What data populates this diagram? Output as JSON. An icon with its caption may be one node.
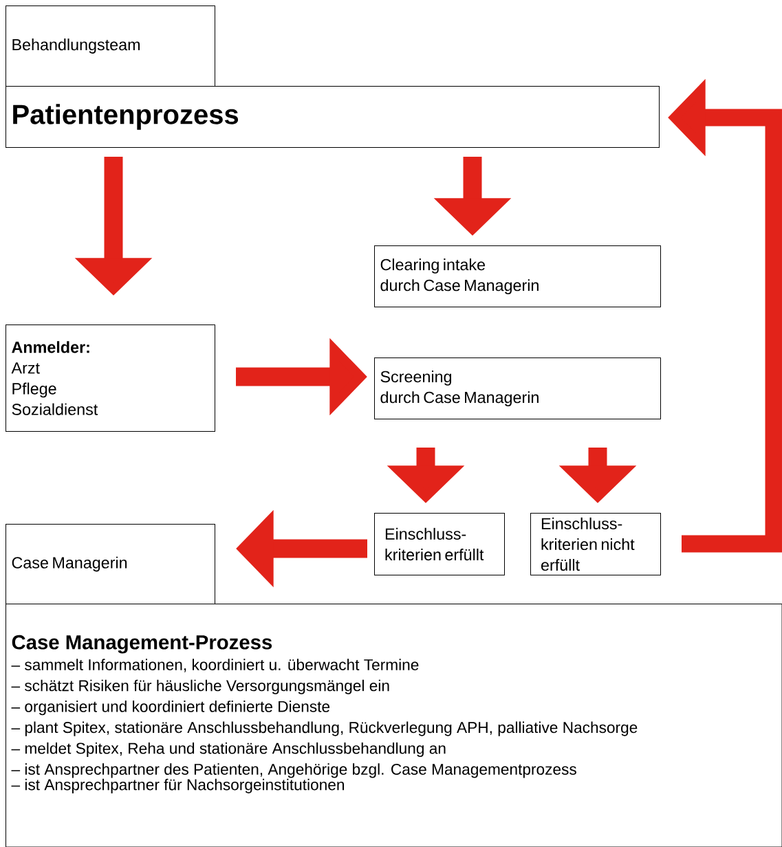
{
  "diagram": {
    "nodes": [
      {
        "text": [
          "Behandlungsteam"
        ]
      },
      {
        "text": [
          "Patientenprozess"
        ]
      },
      {
        "text": [
          "Clearing intake",
          "durch Case Managerin"
        ]
      },
      {
        "text": [
          "Anmelder:",
          "Arzt",
          "Pflege",
          "Sozialdienst"
        ]
      },
      {
        "text": [
          "Screening",
          "durch Case Managerin"
        ]
      },
      {
        "text": [
          "Einschluss- kriterien erfüllt"
        ]
      },
      {
        "text": [
          "Einschluss- kriterien nicht erfüllt"
        ]
      },
      {
        "text": [
          "Case Managerin"
        ]
      },
      {
        "text": [
          "Case Management-Prozess",
          "– sammelt Informationen, koordiniert u. überwacht Termine",
          "– schätzt Risiken für häusliche Versorgungsmängel ein",
          "– organisiert und koordiniert definierte Dienste",
          "– plant Spitex, stationäre Anschlussbehandlung, Rückverlegung APH, palliative Nachsorge",
          "– meldet Spitex, Reha und stationäre Anschlussbehandlung an",
          "– ist Ansprechpartner des Patienten, Angehörige bzgl. Case Managementprozess",
          "– ist Ansprechpartner für Nachsorgeinstitutionen"
        ]
      }
    ],
    "edges": [
      {
        "from": 1,
        "to": 3,
        "arrow": "to"
      },
      {
        "from": 1,
        "to": 2,
        "arrow": "to"
      },
      {
        "from": 3,
        "to": 4,
        "arrow": "to"
      },
      {
        "from": 4,
        "to": 5,
        "arrow": "to"
      },
      {
        "from": 4,
        "to": 6,
        "arrow": "to"
      },
      {
        "from": 5,
        "to": 7,
        "arrow": "to"
      },
      {
        "from": 6,
        "to": 1,
        "arrow": "to"
      }
    ]
  }
}
